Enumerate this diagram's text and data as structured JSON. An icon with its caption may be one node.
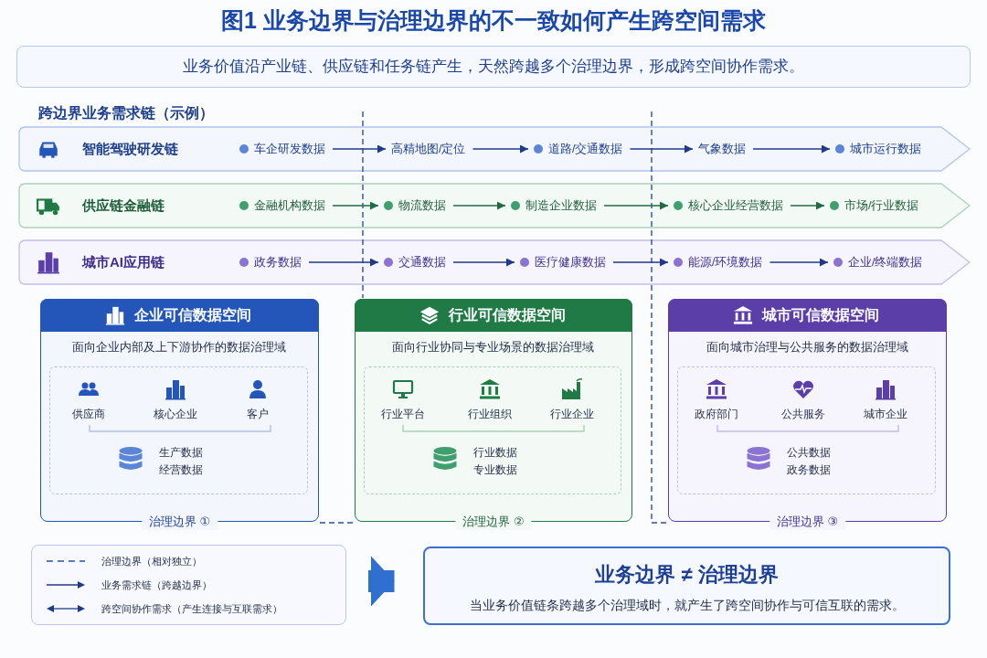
{
  "diagram": {
    "title": "图1 业务边界与治理边界的不一致如何产生跨空间需求",
    "nodes": [
      {
        "text": [
          "业务价值沿产业链、供应链和任务链产生，天然跨越多个治理边界，形成跨空间协作需求。"
        ]
      },
      {
        "text": [
          "智能驾驶研发链"
        ]
      },
      {
        "text": [
          "车企研发数据"
        ],
        "in": 1
      },
      {
        "text": [
          "高精地图/定位"
        ],
        "in": 1
      },
      {
        "text": [
          "道路/交通数据"
        ],
        "in": 1
      },
      {
        "text": [
          "气象数据"
        ],
        "in": 1
      },
      {
        "text": [
          "城市运行数据"
        ],
        "in": 1
      },
      {
        "text": [
          "供应链金融链"
        ]
      },
      {
        "text": [
          "金融机构数据"
        ],
        "in": 7
      },
      {
        "text": [
          "物流数据"
        ],
        "in": 7
      },
      {
        "text": [
          "制造企业数据"
        ],
        "in": 7
      },
      {
        "text": [
          "核心企业经营数据"
        ],
        "in": 7
      },
      {
        "text": [
          "市场/行业数据"
        ],
        "in": 7
      },
      {
        "text": [
          "城市AI应用链"
        ]
      },
      {
        "text": [
          "政务数据"
        ],
        "in": 13
      },
      {
        "text": [
          "交通数据"
        ],
        "in": 13
      },
      {
        "text": [
          "医疗健康数据"
        ],
        "in": 13
      },
      {
        "text": [
          "能源/环境数据"
        ],
        "in": 13
      },
      {
        "text": [
          "企业/终端数据"
        ],
        "in": 13
      },
      {
        "text": [
          "企业可信数据空间",
          "面向企业内部及上下游协作的数据治理域",
          "治理边界 ①"
        ]
      },
      {
        "text": [
          "行业可信数据空间",
          "面向行业协同与专业场景的数据治理域",
          "治理边界 ②"
        ]
      },
      {
        "text": [
          "城市可信数据空间",
          "面向城市治理与公共服务的数据治理域",
          "治理边界 ③"
        ]
      },
      {
        "text": [
          "业务边界 ≠ 治理边界",
          "当业务价值链条跨越多个治理域时，就产生了跨空间协作与可信互联的需求。"
        ]
      }
    ],
    "edges": [
      {
        "from": 2,
        "to": 3,
        "arrow": "to"
      },
      {
        "from": 3,
        "to": 4,
        "arrow": "to"
      },
      {
        "from": 4,
        "to": 5,
        "arrow": "to"
      },
      {
        "from": 5,
        "to": 6,
        "arrow": "to"
      },
      {
        "from": 8,
        "to": 9,
        "arrow": "to",
        "color": "#1e6b45"
      },
      {
        "from": 9,
        "to": 10,
        "arrow": "to",
        "color": "#1e6b45"
      },
      {
        "from": 10,
        "to": 11,
        "arrow": "to",
        "color": "#1e6b45"
      },
      {
        "from": 11,
        "to": 12,
        "arrow": "to",
        "color": "#1e6b45"
      },
      {
        "from": 14,
        "to": 15,
        "arrow": "to"
      },
      {
        "from": 15,
        "to": 16,
        "arrow": "to"
      },
      {
        "from": 16,
        "to": 17,
        "arrow": "to"
      },
      {
        "from": 17,
        "to": 18,
        "arrow": "to"
      },
      {
        "from": null,
        "to": 22,
        "arrow": "to",
        "style": "thick",
        "color": "#2f6fd0"
      }
    ],
    "labels": [
      "跨边界业务需求链（示例）",
      "供应商",
      "核心企业",
      "客户",
      "生产数据",
      "经营数据",
      "行业平台",
      "行业组织",
      "行业企业",
      "行业数据",
      "专业数据",
      "政府部门",
      "公共服务",
      "城市企业",
      "公共数据",
      "政务数据"
    ],
    "legend": [
      {
        "text": "治理边界（相对独立）"
      },
      {
        "text": "业务需求链（跨越边界）"
      },
      {
        "text": "跨空间协作需求（产生连接与互联需求）"
      }
    ]
  }
}
